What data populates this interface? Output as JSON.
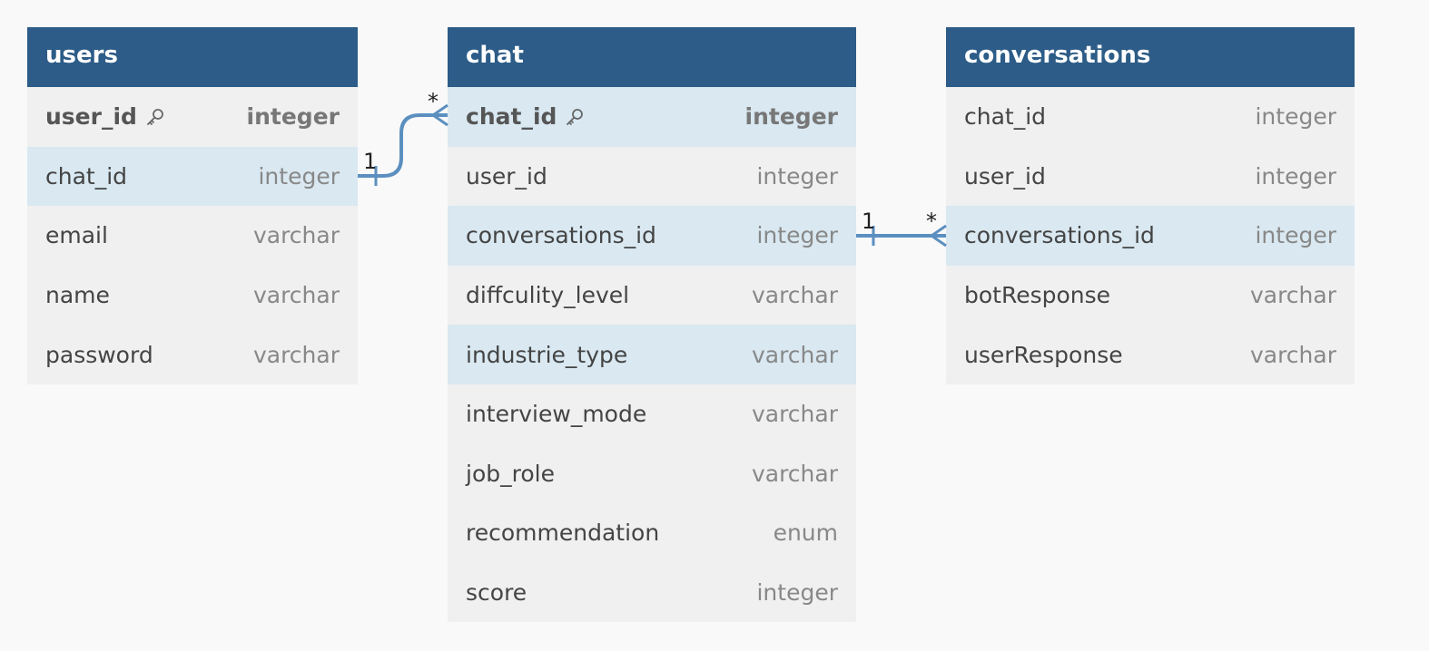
{
  "tables": {
    "users": {
      "title": "users",
      "rows": [
        {
          "name": "user_id",
          "type": "integer"
        },
        {
          "name": "chat_id",
          "type": "integer"
        },
        {
          "name": "email",
          "type": "varchar"
        },
        {
          "name": "name",
          "type": "varchar"
        },
        {
          "name": "password",
          "type": "varchar"
        }
      ]
    },
    "chat": {
      "title": "chat",
      "rows": [
        {
          "name": "chat_id",
          "type": "integer"
        },
        {
          "name": "user_id",
          "type": "integer"
        },
        {
          "name": "conversations_id",
          "type": "integer"
        },
        {
          "name": "diffculity_level",
          "type": "varchar"
        },
        {
          "name": "industrie_type",
          "type": "varchar"
        },
        {
          "name": "interview_mode",
          "type": "varchar"
        },
        {
          "name": "job_role",
          "type": "varchar"
        },
        {
          "name": "recommendation",
          "type": "enum"
        },
        {
          "name": "score",
          "type": "integer"
        }
      ]
    },
    "conversations": {
      "title": "conversations",
      "rows": [
        {
          "name": "chat_id",
          "type": "integer"
        },
        {
          "name": "user_id",
          "type": "integer"
        },
        {
          "name": "conversations_id",
          "type": "integer"
        },
        {
          "name": "botResponse",
          "type": "varchar"
        },
        {
          "name": "userResponse",
          "type": "varchar"
        }
      ]
    }
  },
  "relations": [
    {
      "from": "users.chat_id",
      "to": "chat.chat_id",
      "from_card": "1",
      "to_card": "*"
    },
    {
      "from": "chat.conversations_id",
      "to": "conversations.conversations_id",
      "from_card": "1",
      "to_card": "*"
    }
  ],
  "colors": {
    "header": "#2c5c87",
    "row": "#f0f0f0",
    "row_highlight": "#d9e8f1",
    "link": "#5b8fc0",
    "background": "#f9f9f9"
  },
  "icons": {
    "primary_key": "key-icon"
  }
}
